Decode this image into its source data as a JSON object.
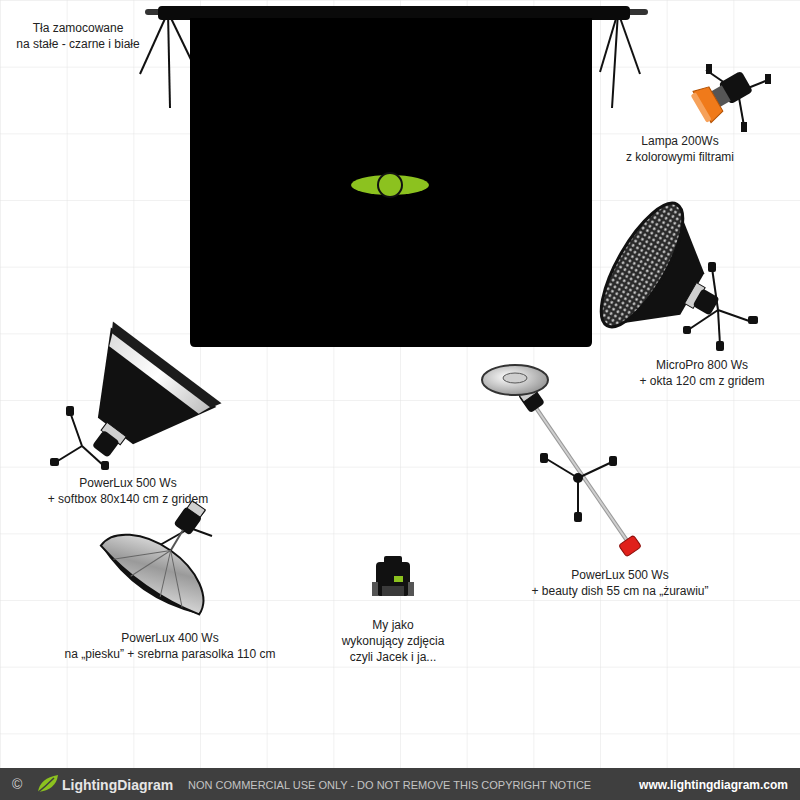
{
  "diagram": {
    "labels": [
      "Tła zamocowane na stałe - czarne i białe",
      "Lampa 200Ws z kolorowymi filtrami",
      "MicroPro 800 Ws + okta 120 cm z gridem",
      "PowerLux 500 Ws + softbox 80x140 cm z gridem",
      "PowerLux 500 Ws + beauty dish 55 cm na „żurawiu”",
      "PowerLux 400 Ws na „piesku” + srebrna parasolka 110 cm",
      "My jako wykonujący zdjęcia czyli Jacek i ja...",
      "©",
      "LightingDiagram",
      "NON COMMERCIAL USE ONLY - DO NOT REMOVE THIS COPYRIGHT NOTICE",
      "www.lightingdiagram.com"
    ]
  }
}
